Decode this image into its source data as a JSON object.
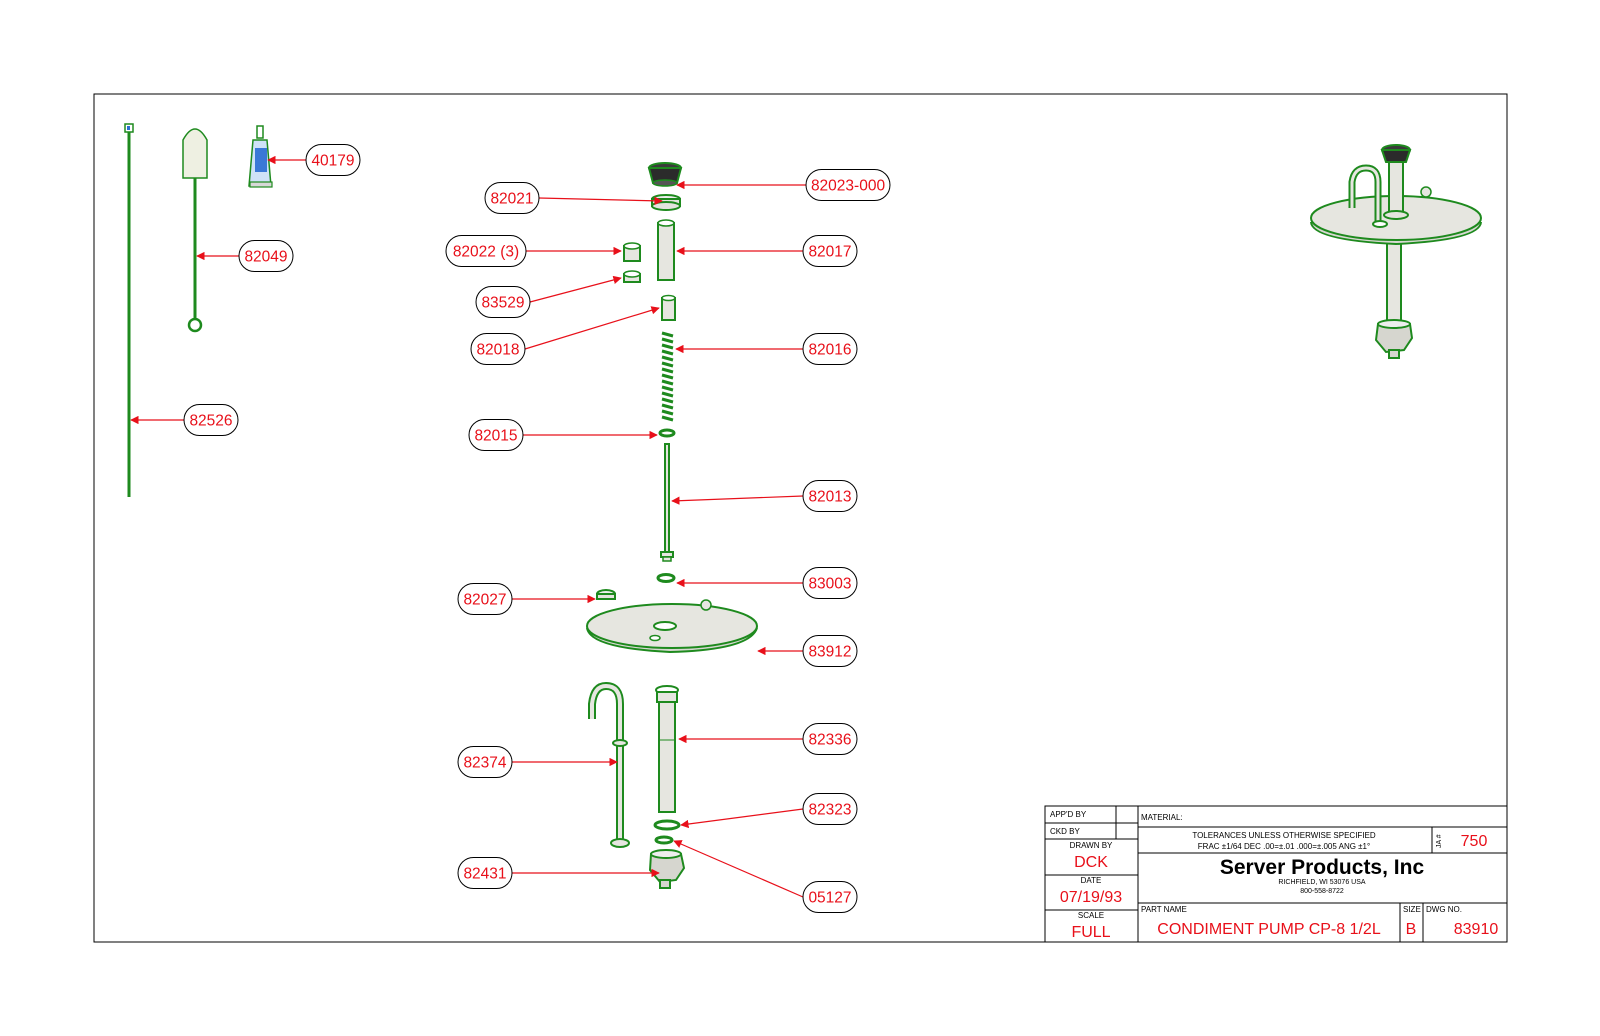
{
  "parts": [
    {
      "id": "40179",
      "label": "40179",
      "target": "tube-of-lubricant"
    },
    {
      "id": "82049",
      "label": "82049",
      "target": "cleaning-brush-short"
    },
    {
      "id": "82526",
      "label": "82526",
      "target": "cleaning-brush-long"
    },
    {
      "id": "82021",
      "label": "82021",
      "target": "cap-nut"
    },
    {
      "id": "82023-000",
      "label": "82023-000",
      "target": "knob"
    },
    {
      "id": "82022",
      "label": "82022 (3)",
      "target": "bushing"
    },
    {
      "id": "82017",
      "label": "82017",
      "target": "upper-tube"
    },
    {
      "id": "83529",
      "label": "83529",
      "target": "washer"
    },
    {
      "id": "82018",
      "label": "82018",
      "target": "piston"
    },
    {
      "id": "82016",
      "label": "82016",
      "target": "spring"
    },
    {
      "id": "82015",
      "label": "82015",
      "target": "o-ring"
    },
    {
      "id": "82013",
      "label": "82013",
      "target": "plunger-rod"
    },
    {
      "id": "83003",
      "label": "83003",
      "target": "seal-ring"
    },
    {
      "id": "82027",
      "label": "82027",
      "target": "nut"
    },
    {
      "id": "83912",
      "label": "83912",
      "target": "lid"
    },
    {
      "id": "82336",
      "label": "82336",
      "target": "cylinder"
    },
    {
      "id": "82374",
      "label": "82374",
      "target": "discharge-tube"
    },
    {
      "id": "82323",
      "label": "82323",
      "target": "gasket"
    },
    {
      "id": "82431",
      "label": "82431",
      "target": "valve-body"
    },
    {
      "id": "05127",
      "label": "05127",
      "target": "check-valve-ring"
    }
  ],
  "title_block": {
    "appd_by_label": "APP'D BY",
    "ckd_by_label": "CKD BY",
    "drawn_by_label": "DRAWN BY",
    "drawn_by": "DCK",
    "date_label": "DATE",
    "date": "07/19/93",
    "scale_label": "SCALE",
    "scale": "FULL",
    "material_label": "MATERIAL:",
    "tolerances_line1": "TOLERANCES UNLESS OTHERWISE SPECIFIED",
    "tolerances_line2": "FRAC ±1/64 DEC .00=±.01 .000=±.005 ANG ±1°",
    "ja_label": "JA #",
    "ja_number": "750",
    "company": "Server Products, Inc",
    "address": "RICHFIELD, WI 53076 USA",
    "phone": "800-558-8722",
    "part_name_label": "PART NAME",
    "part_name": "CONDIMENT PUMP CP-8 1/2L",
    "size_label": "SIZE",
    "size": "B",
    "dwg_no_label": "DWG NO.",
    "dwg_no": "83910"
  },
  "colors": {
    "part_green": "#1e8a1e",
    "part_fill": "#e4e4de",
    "callout_red": "#e8101a",
    "frame": "#000000"
  }
}
